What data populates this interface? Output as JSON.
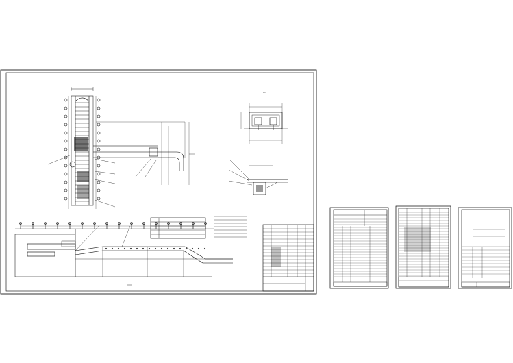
{
  "drawing": {
    "main_sheet": {
      "labels": {
        "plan_title": "",
        "section_title": "",
        "side_view": "",
        "detail_view": ""
      },
      "dimension_text": [
        "",
        "",
        "",
        ""
      ]
    },
    "sheet_count": 4,
    "table_rows": {
      "sheet2": 22,
      "sheet3": 24,
      "sheet4": 9
    },
    "colors": {
      "line": "#000000",
      "background": "#ffffff"
    }
  }
}
